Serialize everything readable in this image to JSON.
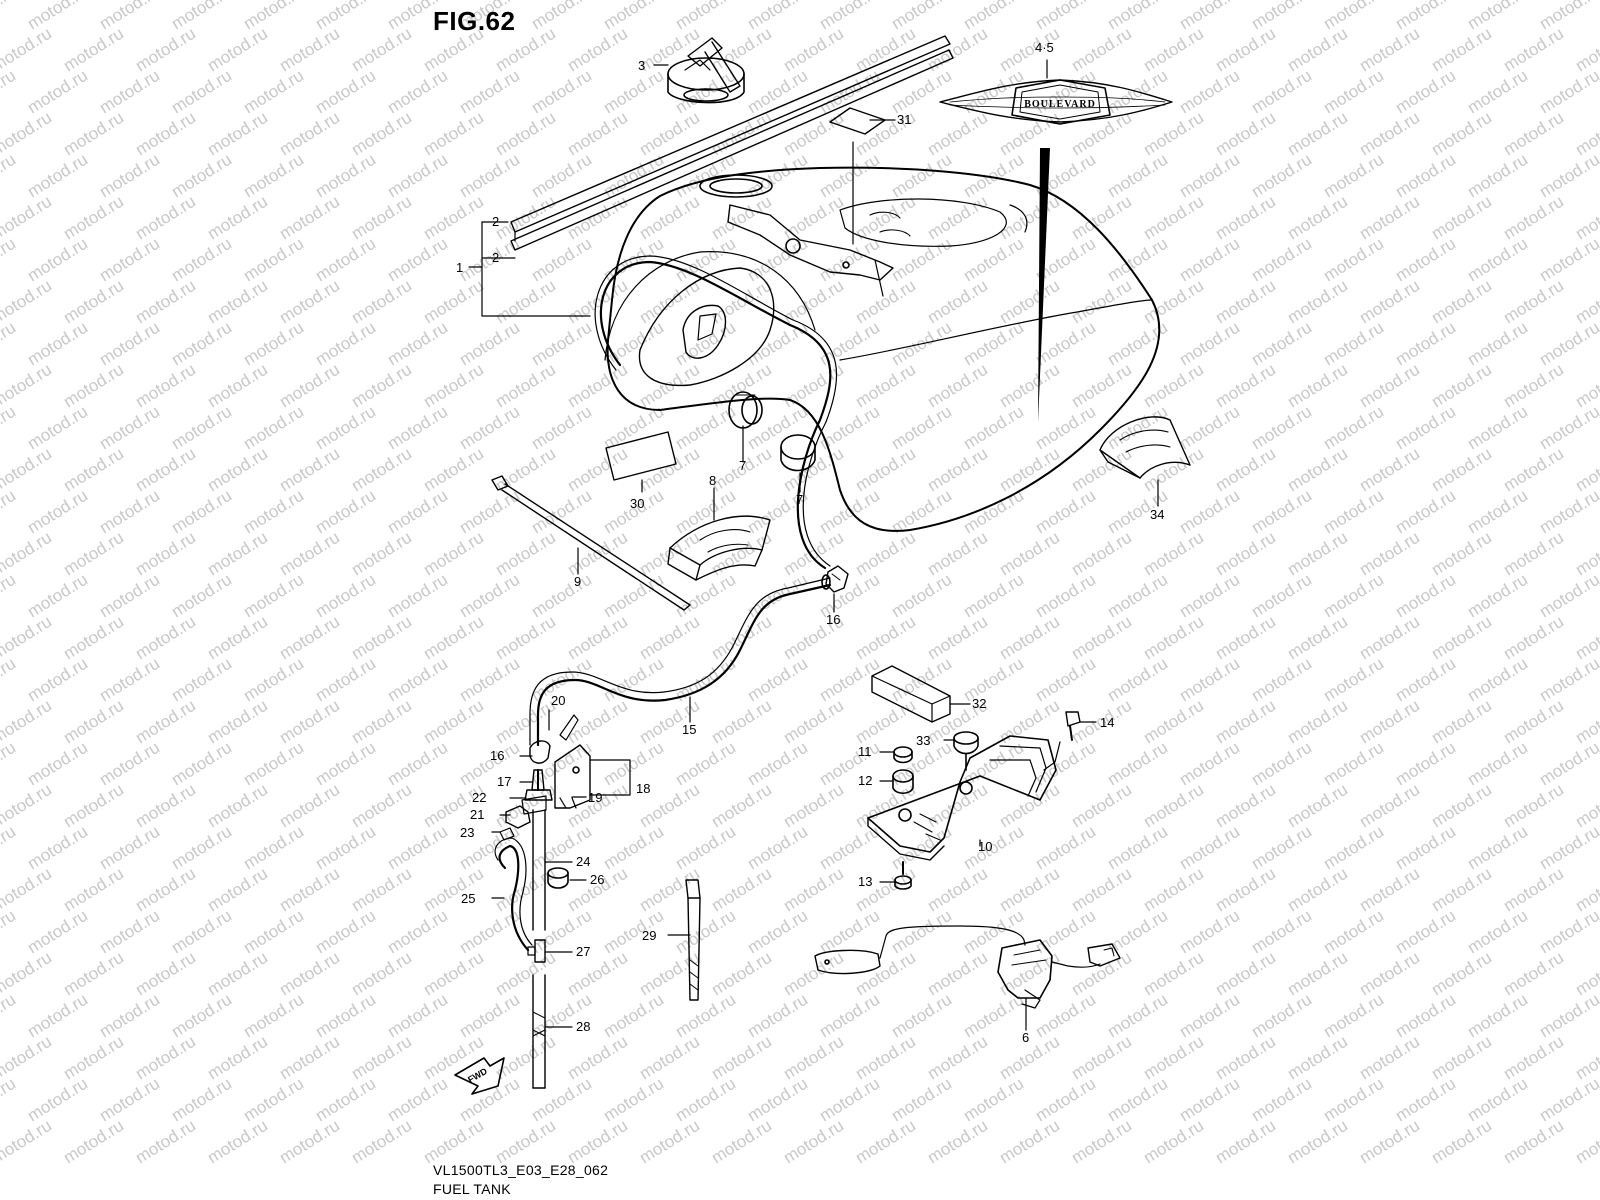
{
  "figure": {
    "title": "FIG.62",
    "code": "VL1500TL3_E03_E28_062",
    "name": "FUEL TANK"
  },
  "watermark": "motod.ru",
  "emblem_text": "BOULEVARD",
  "fwd_text": "FWD",
  "callouts": {
    "c1": "1",
    "c2a": "2",
    "c2b": "2",
    "c3": "3",
    "c45": "4·5",
    "c6": "6",
    "c7a": "7",
    "c7b": "7",
    "c8": "8",
    "c9": "9",
    "c10": "10",
    "c11": "11",
    "c12": "12",
    "c13": "13",
    "c14": "14",
    "c15": "15",
    "c16a": "16",
    "c16b": "16",
    "c17": "17",
    "c18": "18",
    "c19": "19",
    "c20": "20",
    "c21": "21",
    "c22": "22",
    "c23": "23",
    "c24": "24",
    "c25": "25",
    "c26": "26",
    "c27": "27",
    "c28": "28",
    "c29": "29",
    "c30": "30",
    "c31": "31",
    "c32": "32",
    "c33": "33",
    "c34": "34"
  },
  "colors": {
    "line": "#000000",
    "watermark": "#c8c8c8",
    "background": "#ffffff"
  }
}
